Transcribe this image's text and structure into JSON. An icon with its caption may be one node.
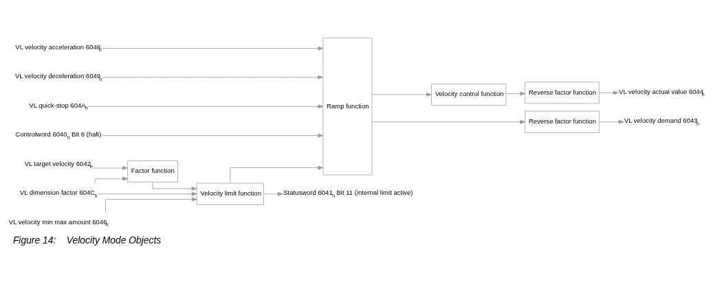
{
  "diagram": {
    "caption": "Figure 14:    Velocity Mode Objects",
    "nodes": [
      {
        "text": [
          "VL target velocity 6042$_{h}$"
        ]
      },
      {
        "text": [
          "VL dimension factor 604C$_{h}$"
        ]
      },
      {
        "text": [
          "VL velocity min max amount 6046$_{h}$"
        ]
      },
      {
        "text": [
          "Factor function"
        ]
      },
      {
        "text": [
          "Velocity limit function"
        ]
      },
      {
        "text": [
          "Statusword 6041$_{h}$ Bit 11 (internal limit active)"
        ]
      },
      {
        "text": [
          "VL velocity acceleration 6048$_{h}$"
        ]
      },
      {
        "text": [
          "VL velocity deceleration 6049$_{h}$"
        ]
      },
      {
        "text": [
          "VL quick-stop 604A$_{h}$"
        ]
      },
      {
        "text": [
          "Controlword 6040$_{h}$ Bit 8 (halt)"
        ]
      },
      {
        "text": [
          "Ramp function"
        ]
      },
      {
        "text": [
          "Velocity control function"
        ]
      },
      {
        "text": [
          "Reverse factor function"
        ]
      },
      {
        "text": [
          "VL velocity actual value 6044$_{h}$"
        ]
      },
      {
        "text": [
          "Reverse factor function"
        ]
      },
      {
        "text": [
          "VL velocity demand 6043$_{h}$"
        ]
      }
    ],
    "edges": [
      {
        "from": 0,
        "to": 3,
        "arrow": "to"
      },
      {
        "from": 1,
        "to": 3,
        "arrow": "to"
      },
      {
        "from": 1,
        "to": 4,
        "arrow": "to"
      },
      {
        "from": 2,
        "to": 4,
        "arrow": "to"
      },
      {
        "from": 3,
        "to": 4,
        "arrow": "to"
      },
      {
        "from": 4,
        "to": 5,
        "arrow": "to"
      },
      {
        "from": 4,
        "to": 10,
        "arrow": "to"
      },
      {
        "from": 6,
        "to": 10,
        "arrow": "to"
      },
      {
        "from": 7,
        "to": 10,
        "arrow": "to"
      },
      {
        "from": 8,
        "to": 10,
        "arrow": "to"
      },
      {
        "from": 9,
        "to": 10,
        "arrow": "to"
      },
      {
        "from": 10,
        "to": 11,
        "arrow": "to"
      },
      {
        "from": 10,
        "to": 14,
        "arrow": "to"
      },
      {
        "from": 11,
        "to": 12,
        "arrow": "to"
      },
      {
        "from": 12,
        "to": 13,
        "arrow": "to"
      },
      {
        "from": 14,
        "to": 15,
        "arrow": "to"
      }
    ]
  }
}
